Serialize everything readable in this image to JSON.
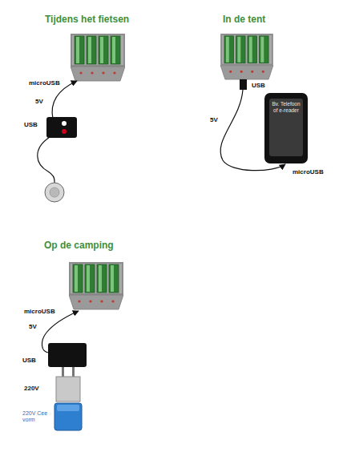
{
  "diagram": {
    "nodes": [
      {
        "text": [
          "Bv. Telefoon of e-reader"
        ]
      }
    ],
    "labels": [
      "Tijdens het fietsen",
      "In de tent",
      "microUSB",
      "5V",
      "USB",
      "USB",
      "5V",
      "microUSB",
      "Op de camping",
      "microUSB",
      "5V",
      "USB",
      "220V",
      "220V Cee vorm"
    ]
  }
}
